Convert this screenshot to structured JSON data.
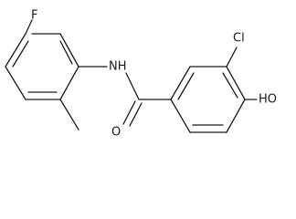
{
  "molecule": {
    "atoms": {
      "fluorine": "F",
      "nitrogen_h": "NH",
      "chlorine": "Cl",
      "hydroxyl": "HO",
      "carbonyl_oxygen": "O"
    }
  }
}
